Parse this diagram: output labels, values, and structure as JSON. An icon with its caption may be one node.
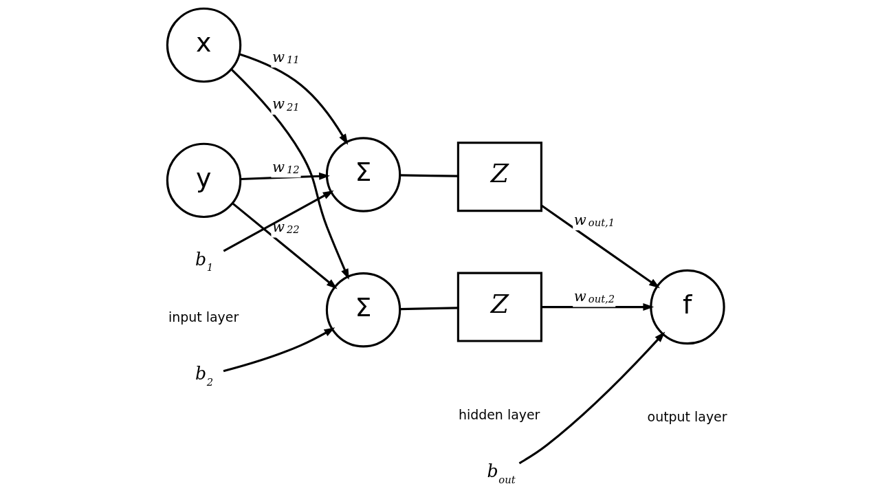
{
  "diagram": {
    "nodes": [
      {
        "text": [
          "x"
        ]
      },
      {
        "text": [
          "y"
        ]
      },
      {
        "text": [
          "Σ"
        ]
      },
      {
        "text": [
          "Σ"
        ]
      },
      {
        "text": [
          "Z"
        ]
      },
      {
        "text": [
          "Z"
        ]
      },
      {
        "text": [
          "f"
        ]
      },
      {
        "text": [
          "b$_{1}$"
        ]
      },
      {
        "text": [
          "b$_{2}$"
        ]
      },
      {
        "text": [
          "b$_{out}$"
        ]
      }
    ],
    "edges": [
      {
        "from": 0,
        "to": 2,
        "arrow": "to",
        "label": "w$_{11}$"
      },
      {
        "from": 0,
        "to": 3,
        "arrow": "to",
        "label": "w$_{21}$"
      },
      {
        "from": 1,
        "to": 2,
        "arrow": "to",
        "label": "w$_{12}$"
      },
      {
        "from": 1,
        "to": 3,
        "arrow": "to",
        "label": "w$_{22}$"
      },
      {
        "from": 2,
        "to": 4,
        "arrow": "none"
      },
      {
        "from": 3,
        "to": 5,
        "arrow": "none"
      },
      {
        "from": 4,
        "to": 6,
        "arrow": "to",
        "label": "w$_{out,1}$"
      },
      {
        "from": 5,
        "to": 6,
        "arrow": "to",
        "label": "w$_{out,2}$"
      },
      {
        "from": 7,
        "to": 2,
        "arrow": "to"
      },
      {
        "from": 8,
        "to": 3,
        "arrow": "to"
      },
      {
        "from": 9,
        "to": 6,
        "arrow": "to"
      }
    ],
    "labels": [
      "input layer",
      "hidden layer",
      "output layer"
    ]
  }
}
